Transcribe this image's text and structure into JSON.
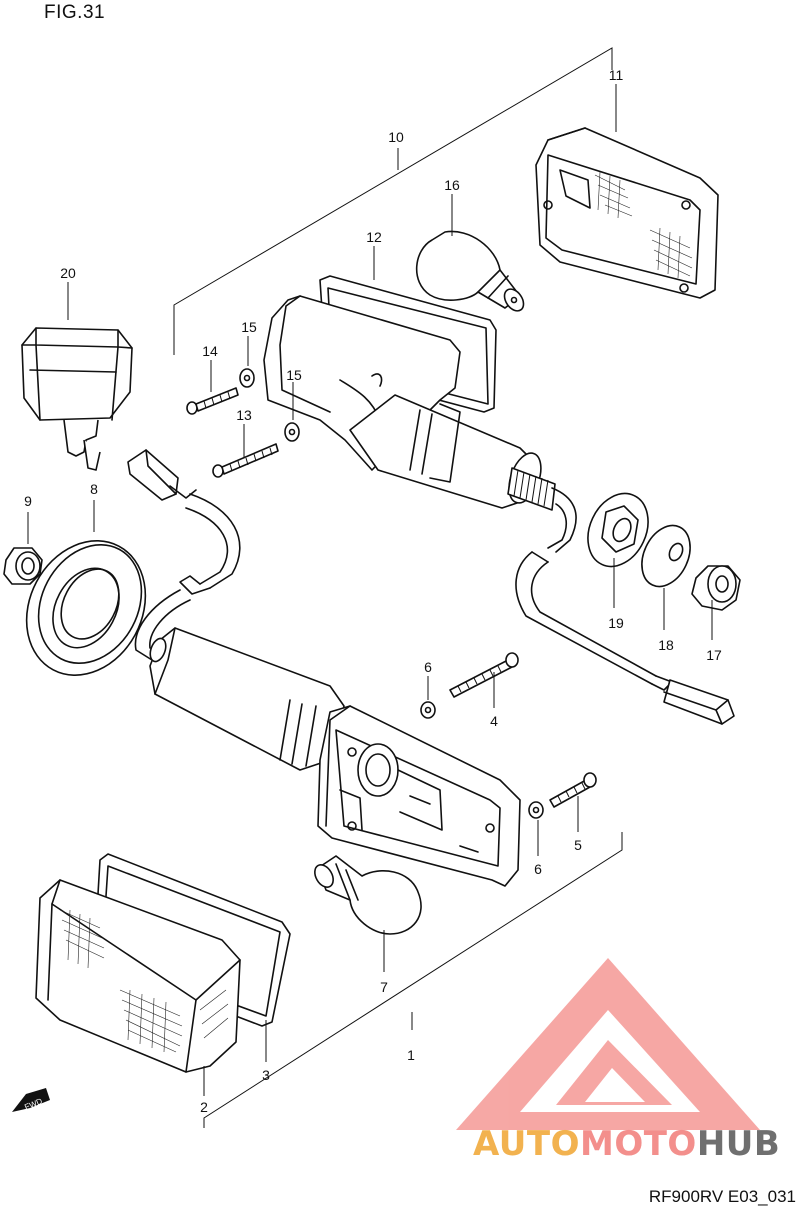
{
  "figure": {
    "title": "FIG.31",
    "reference_code": "RF900RV E03_031",
    "direction_marker": "FWD"
  },
  "watermark": {
    "brand_part1": "AUTO",
    "brand_part2": "MOTO",
    "brand_part3": "HUB",
    "colors": {
      "auto": "#f2b24f",
      "moto": "#f38f8c",
      "hub": "#6f6f6f",
      "logo": "#f6a3a0"
    }
  },
  "callouts": [
    {
      "id": "c1",
      "label": "1"
    },
    {
      "id": "c2",
      "label": "2"
    },
    {
      "id": "c3",
      "label": "3"
    },
    {
      "id": "c4",
      "label": "4"
    },
    {
      "id": "c5",
      "label": "5"
    },
    {
      "id": "c6a",
      "label": "6"
    },
    {
      "id": "c6b",
      "label": "6"
    },
    {
      "id": "c7",
      "label": "7"
    },
    {
      "id": "c8",
      "label": "8"
    },
    {
      "id": "c9",
      "label": "9"
    },
    {
      "id": "c10",
      "label": "10"
    },
    {
      "id": "c11",
      "label": "11"
    },
    {
      "id": "c12",
      "label": "12"
    },
    {
      "id": "c13",
      "label": "13"
    },
    {
      "id": "c14",
      "label": "14"
    },
    {
      "id": "c15a",
      "label": "15"
    },
    {
      "id": "c15b",
      "label": "15"
    },
    {
      "id": "c16",
      "label": "16"
    },
    {
      "id": "c17",
      "label": "17"
    },
    {
      "id": "c18",
      "label": "18"
    },
    {
      "id": "c19",
      "label": "19"
    },
    {
      "id": "c20",
      "label": "20"
    }
  ]
}
